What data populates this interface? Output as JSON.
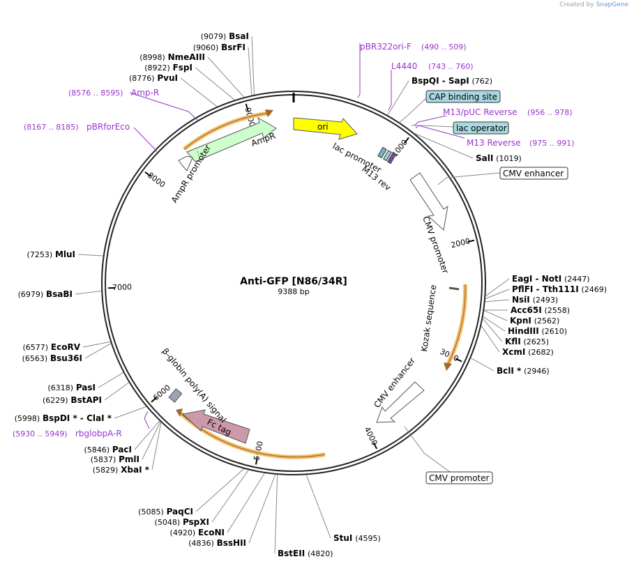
{
  "credit": {
    "prefix": "Created by",
    "brand": "SnapGene"
  },
  "plasmid": {
    "name": "Anti-GFP [N86/34R]",
    "length_label": "9388 bp",
    "length": 9388
  },
  "colors": {
    "enzyme": "#000000",
    "primer": "#9933cc",
    "feature_blue": "#a8d8e0",
    "ori": "#ffff00",
    "ampr": "#ccffcc",
    "fc_tag": "#cc99aa",
    "orange": "#f5c06b"
  },
  "ticks": [
    {
      "pos": 1000,
      "label": "1000"
    },
    {
      "pos": 2000,
      "label": "2000"
    },
    {
      "pos": 3000,
      "label": "3000"
    },
    {
      "pos": 4000,
      "label": "4000"
    },
    {
      "pos": 5000,
      "label": "5000"
    },
    {
      "pos": 6000,
      "label": "6000"
    },
    {
      "pos": 7000,
      "label": "7000"
    },
    {
      "pos": 8000,
      "label": "8000"
    },
    {
      "pos": 9000,
      "label": "9000"
    }
  ],
  "enzymes": [
    {
      "name": "BsaI",
      "pos": "(9079)",
      "n": 9079
    },
    {
      "name": "BsrFI",
      "pos": "(9060)",
      "n": 9060
    },
    {
      "name": "NmeAIII",
      "pos": "(8998)",
      "n": 8998
    },
    {
      "name": "FspI",
      "pos": "(8922)",
      "n": 8922
    },
    {
      "name": "PvuI",
      "pos": "(8776)",
      "n": 8776
    },
    {
      "name": "BspQI  -  SapI",
      "pos": "(762)",
      "n": 762
    },
    {
      "name": "SalI",
      "pos": "(1019)",
      "n": 1019
    },
    {
      "name": "EagI  -  NotI",
      "pos": "(2447)",
      "n": 2447
    },
    {
      "name": "PflFI  -  Tth111I",
      "pos": "(2469)",
      "n": 2469
    },
    {
      "name": "NsiI",
      "pos": "(2493)",
      "n": 2493
    },
    {
      "name": "Acc65I",
      "pos": "(2558)",
      "n": 2558
    },
    {
      "name": "KpnI",
      "pos": "(2562)",
      "n": 2562
    },
    {
      "name": "HindIII",
      "pos": "(2610)",
      "n": 2610
    },
    {
      "name": "KflI",
      "pos": "(2625)",
      "n": 2625
    },
    {
      "name": "XcmI",
      "pos": "(2682)",
      "n": 2682
    },
    {
      "name": "BclI *",
      "pos": "(2946)",
      "n": 2946
    },
    {
      "name": "MluI",
      "pos": "(7253)",
      "n": 7253
    },
    {
      "name": "BsaBI",
      "pos": "(6979)",
      "n": 6979
    },
    {
      "name": "EcoRV",
      "pos": "(6577)",
      "n": 6577
    },
    {
      "name": "Bsu36I",
      "pos": "(6563)",
      "n": 6563
    },
    {
      "name": "PasI",
      "pos": "(6318)",
      "n": 6318
    },
    {
      "name": "BstAPI",
      "pos": "(6229)",
      "n": 6229
    },
    {
      "name": "BspDI *  -  ClaI *",
      "pos": "(5998)",
      "n": 5998
    },
    {
      "name": "PacI",
      "pos": "(5846)",
      "n": 5846
    },
    {
      "name": "PmlI",
      "pos": "(5837)",
      "n": 5837
    },
    {
      "name": "XbaI *",
      "pos": "(5829)",
      "n": 5829
    },
    {
      "name": "PaqCI",
      "pos": "(5085)",
      "n": 5085
    },
    {
      "name": "PspXI",
      "pos": "(5048)",
      "n": 5048
    },
    {
      "name": "EcoNI",
      "pos": "(4920)",
      "n": 4920
    },
    {
      "name": "BssHII",
      "pos": "(4836)",
      "n": 4836
    },
    {
      "name": "BstEII",
      "pos": "(4820)",
      "n": 4820
    },
    {
      "name": "StuI",
      "pos": "(4595)",
      "n": 4595
    }
  ],
  "primers": [
    {
      "name": "pBR322ori-F",
      "range": "(490 .. 509)",
      "n": 500
    },
    {
      "name": "L4440",
      "range": "(743 .. 760)",
      "n": 752
    },
    {
      "name": "M13/pUC Reverse",
      "range": "(956 .. 978)",
      "n": 967
    },
    {
      "name": "M13 Reverse",
      "range": "(975 .. 991)",
      "n": 983
    },
    {
      "name": "Amp-R",
      "range": "(8576 .. 8595)",
      "n": 8585
    },
    {
      "name": "pBRforEco",
      "range": "(8167 .. 8185)",
      "n": 8176
    },
    {
      "name": "rbglobpA-R",
      "range": "(5930 .. 5949)",
      "n": 5940
    }
  ],
  "boxed_features": [
    {
      "name": "CAP binding site",
      "filled": true
    },
    {
      "name": "lac operator",
      "filled": true
    },
    {
      "name": "CMV enhancer",
      "filled": false
    },
    {
      "name": "CMV promoter",
      "filled": false
    }
  ],
  "features": {
    "ori": "ori",
    "ampr": "AmpR",
    "ampr_promoter": "AmpR promoter",
    "lac_promoter": "lac promoter",
    "m13_rev": "M13 rev",
    "cmv_promoter": "CMV promoter",
    "kozak": "Kozak sequence",
    "cmv_enhancer": "CMV enhancer",
    "fc_tag": "Fc tag",
    "globin_polya": "β-globin poly(A) signal"
  }
}
